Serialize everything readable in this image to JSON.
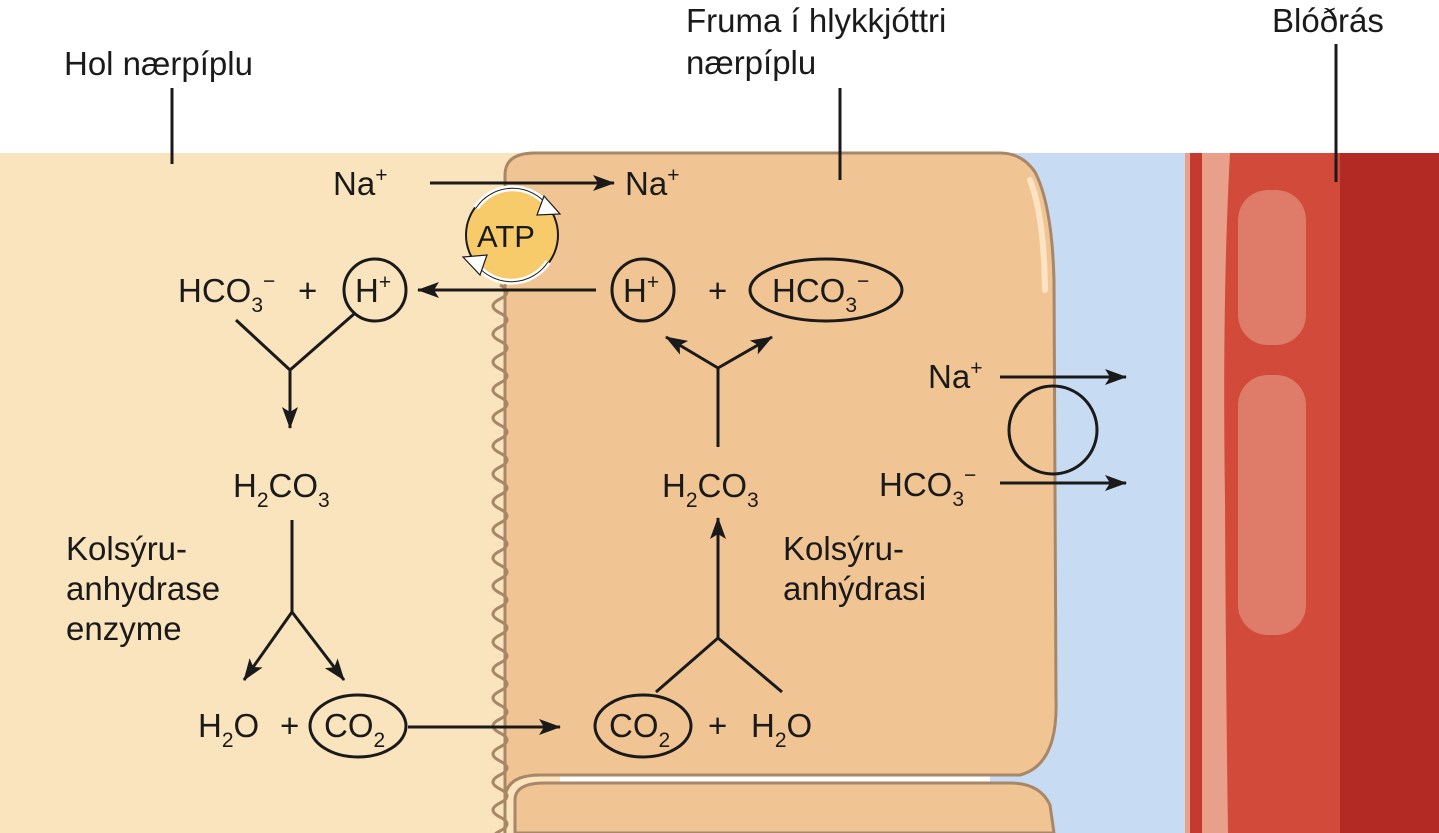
{
  "colors": {
    "lumen": "#f9e4bd",
    "cell": "#f1c593",
    "cell_border": "#a88768",
    "interstitial": "#c7dbf2",
    "blood_dark": "#b32a24",
    "blood_mid": "#d24a3a",
    "blood_light": "#e9a08b",
    "atp_fill": "#f7cb6a",
    "stroke": "#1a1a1a"
  },
  "labels": {
    "lumen": "Hol nærpíplu",
    "cell_line1": "Fruma í hlykkjóttri",
    "cell_line2": "nærpíplu",
    "blood": "Blóðrás"
  },
  "lumen_side": {
    "na": "Na",
    "na_charge": "+",
    "hco3_base": "HCO",
    "hco3_sub": "3",
    "hco3_charge": "−",
    "plus1": "+",
    "h": "H",
    "h_charge": "+",
    "h2co3_a": "H",
    "h2co3_sub1": "2",
    "h2co3_b": "CO",
    "h2co3_sub2": "3",
    "enzyme_line1": "Kolsýru-",
    "enzyme_line2": "anhydrase",
    "enzyme_line3": "enzyme",
    "h2o_a": "H",
    "h2o_sub": "2",
    "h2o_b": "O",
    "plus2": "+",
    "co2_a": "CO",
    "co2_sub": "2"
  },
  "pump": {
    "label": "ATP"
  },
  "cell_side": {
    "na": "Na",
    "na_charge": "+",
    "h": "H",
    "h_charge": "+",
    "plus1": "+",
    "hco3_base": "HCO",
    "hco3_sub": "3",
    "hco3_charge": "−",
    "h2co3_a": "H",
    "h2co3_sub1": "2",
    "h2co3_b": "CO",
    "h2co3_sub2": "3",
    "enzyme_line1": "Kolsýru-",
    "enzyme_line2": "anhýdrasi",
    "co2_a": "CO",
    "co2_sub": "2",
    "plus2": "+",
    "h2o_a": "H",
    "h2o_sub": "2",
    "h2o_b": "O"
  },
  "cotransporter": {
    "na": "Na",
    "na_charge": "+",
    "hco3_base": "HCO",
    "hco3_sub": "3",
    "hco3_charge": "−"
  }
}
